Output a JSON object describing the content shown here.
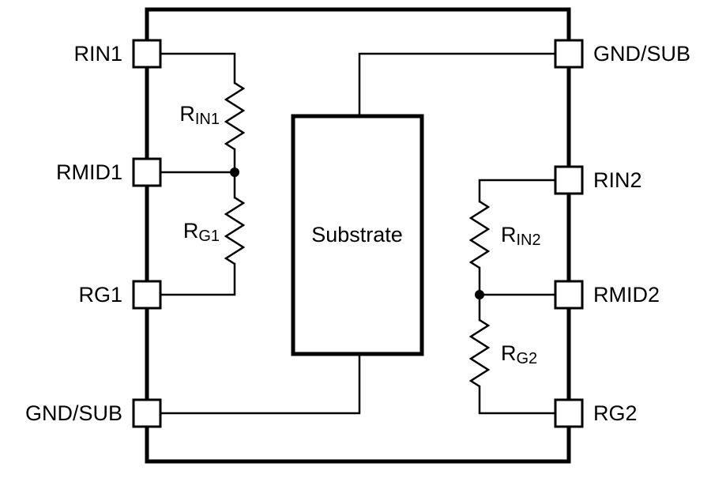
{
  "diagram": {
    "type": "ic-pin-schematic",
    "substrate": {
      "label": "Substrate"
    },
    "colors": {
      "line": "#000000",
      "background": "#ffffff"
    },
    "pins": {
      "left": [
        {
          "label": "RIN1"
        },
        {
          "label": "RMID1"
        },
        {
          "label": "RG1"
        },
        {
          "label": "GND/SUB"
        }
      ],
      "right": [
        {
          "label": "GND/SUB"
        },
        {
          "label": "RIN2"
        },
        {
          "label": "RMID2"
        },
        {
          "label": "RG2"
        }
      ]
    },
    "resistors": {
      "rin1": {
        "main": "R",
        "sub": "IN1"
      },
      "rg1": {
        "main": "R",
        "sub": "G1"
      },
      "rin2": {
        "main": "R",
        "sub": "IN2"
      },
      "rg2": {
        "main": "R",
        "sub": "G2"
      }
    }
  }
}
